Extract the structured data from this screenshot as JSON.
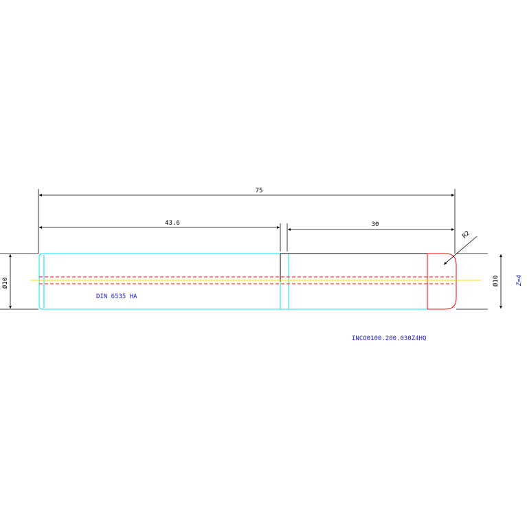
{
  "drawing": {
    "dimensions": {
      "overall_length": "75",
      "shank_length": "43.6",
      "cutting_length": "30",
      "corner_radius": "R2",
      "shank_diameter": "Ø10",
      "cutting_diameter": "Ø10"
    },
    "notes": {
      "shank_standard": "DIN 6535 HA",
      "part_number": "INCO0100.200.030Z4HQ",
      "flute_count": "Z=4"
    },
    "colors": {
      "outline": "#000000",
      "shank": "#00e5ff",
      "cutting_edge": "#ff0000",
      "hidden_line": "#ff0000",
      "hidden_line_alt": "#ff69b4",
      "center_line": "#ffd700",
      "note_text": "#1a1ad6"
    }
  }
}
